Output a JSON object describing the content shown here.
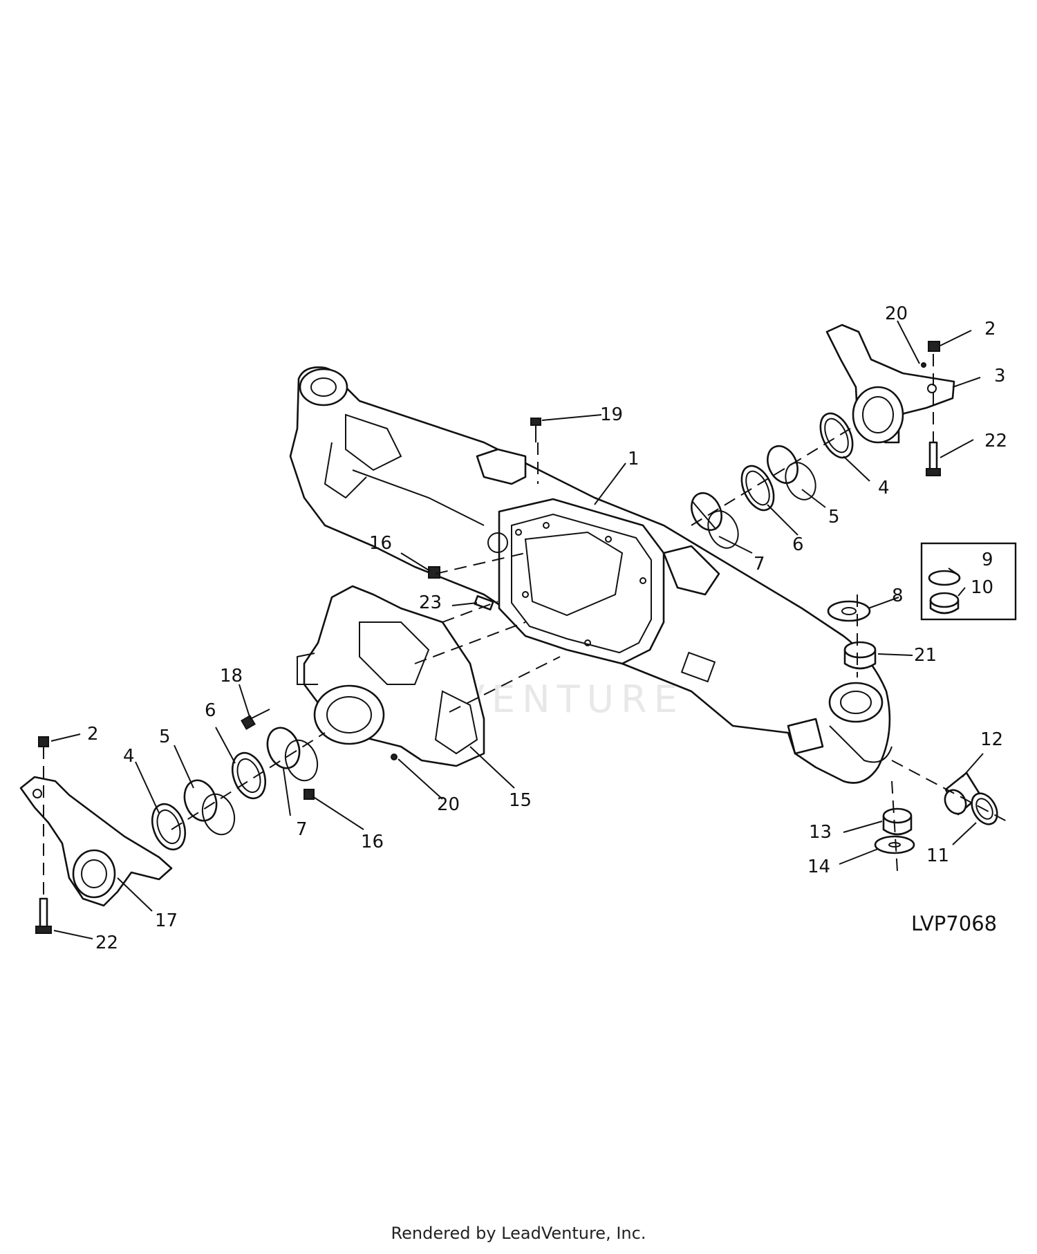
{
  "diagram": {
    "drawing_id": "LVP7068",
    "watermark": "EVENTURE",
    "callouts": [
      {
        "id": "c1",
        "label": "1"
      },
      {
        "id": "c2a",
        "label": "2"
      },
      {
        "id": "c2b",
        "label": "2"
      },
      {
        "id": "c3",
        "label": "3"
      },
      {
        "id": "c4a",
        "label": "4"
      },
      {
        "id": "c4b",
        "label": "4"
      },
      {
        "id": "c5a",
        "label": "5"
      },
      {
        "id": "c5b",
        "label": "5"
      },
      {
        "id": "c6a",
        "label": "6"
      },
      {
        "id": "c6b",
        "label": "6"
      },
      {
        "id": "c7a",
        "label": "7"
      },
      {
        "id": "c7b",
        "label": "7"
      },
      {
        "id": "c8",
        "label": "8"
      },
      {
        "id": "c9",
        "label": "9"
      },
      {
        "id": "c10",
        "label": "10"
      },
      {
        "id": "c11",
        "label": "11"
      },
      {
        "id": "c12",
        "label": "12"
      },
      {
        "id": "c13",
        "label": "13"
      },
      {
        "id": "c14",
        "label": "14"
      },
      {
        "id": "c15",
        "label": "15"
      },
      {
        "id": "c16a",
        "label": "16"
      },
      {
        "id": "c16b",
        "label": "16"
      },
      {
        "id": "c17",
        "label": "17"
      },
      {
        "id": "c18",
        "label": "18"
      },
      {
        "id": "c19",
        "label": "19"
      },
      {
        "id": "c20a",
        "label": "20"
      },
      {
        "id": "c20b",
        "label": "20"
      },
      {
        "id": "c21",
        "label": "21"
      },
      {
        "id": "c22a",
        "label": "22"
      },
      {
        "id": "c22b",
        "label": "22"
      },
      {
        "id": "c23",
        "label": "23"
      }
    ]
  },
  "footer": {
    "text": "Rendered by LeadVenture, Inc."
  }
}
